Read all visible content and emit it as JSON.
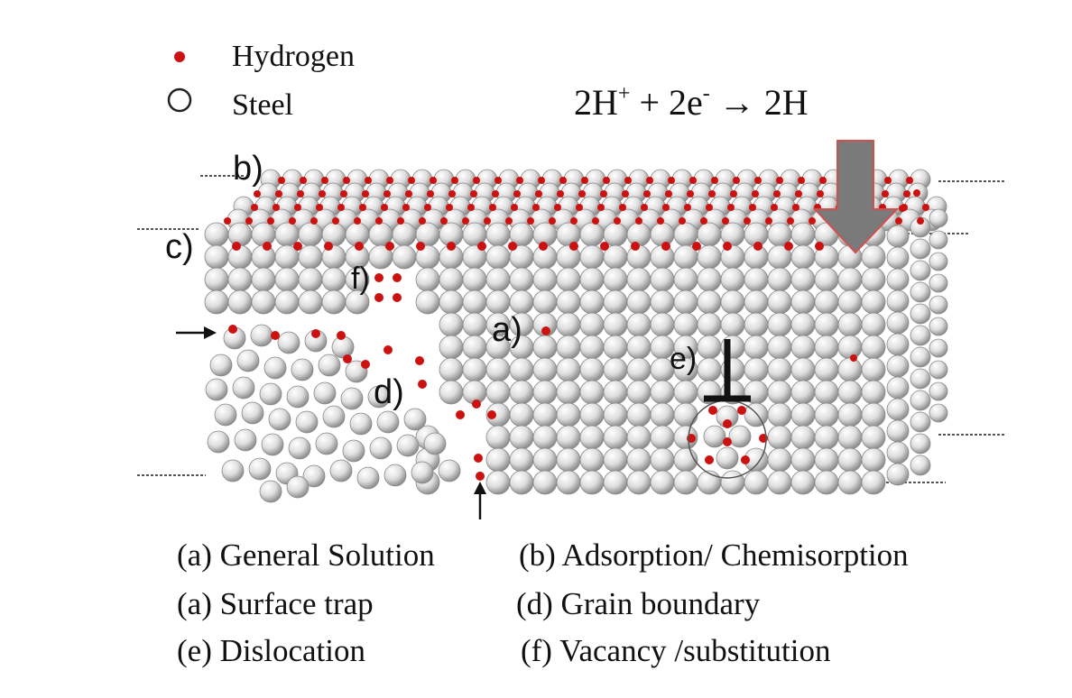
{
  "legend": [
    {
      "label": "Hydrogen",
      "marker": "red-dot",
      "color": "#cc1111"
    },
    {
      "label": "Steel",
      "marker": "open-circle",
      "color": "#222222"
    }
  ],
  "equation": {
    "lhs_term1": "2H",
    "lhs_sup1": "+",
    "plus": " + 2e",
    "lhs_sup2": "-",
    "arrow": " → 2H"
  },
  "region_labels": {
    "a": "a)",
    "b": "b)",
    "c": "c)",
    "d": "d)",
    "e": "e)",
    "f": "f)"
  },
  "captions": [
    "(a) General Solution",
    "(b) Adsorption/ Chemisorption",
    "(a)  Surface trap",
    "(d)  Grain boundary",
    "(e)  Dislocation",
    "(f)  Vacancy /substitution"
  ],
  "colors": {
    "hydrogen": "#cc1111",
    "atom_light": "#f4f4f4",
    "atom_dark": "#9a9a9a",
    "arrow_fill": "#7a7a7a",
    "arrow_stroke": "#d05050"
  }
}
